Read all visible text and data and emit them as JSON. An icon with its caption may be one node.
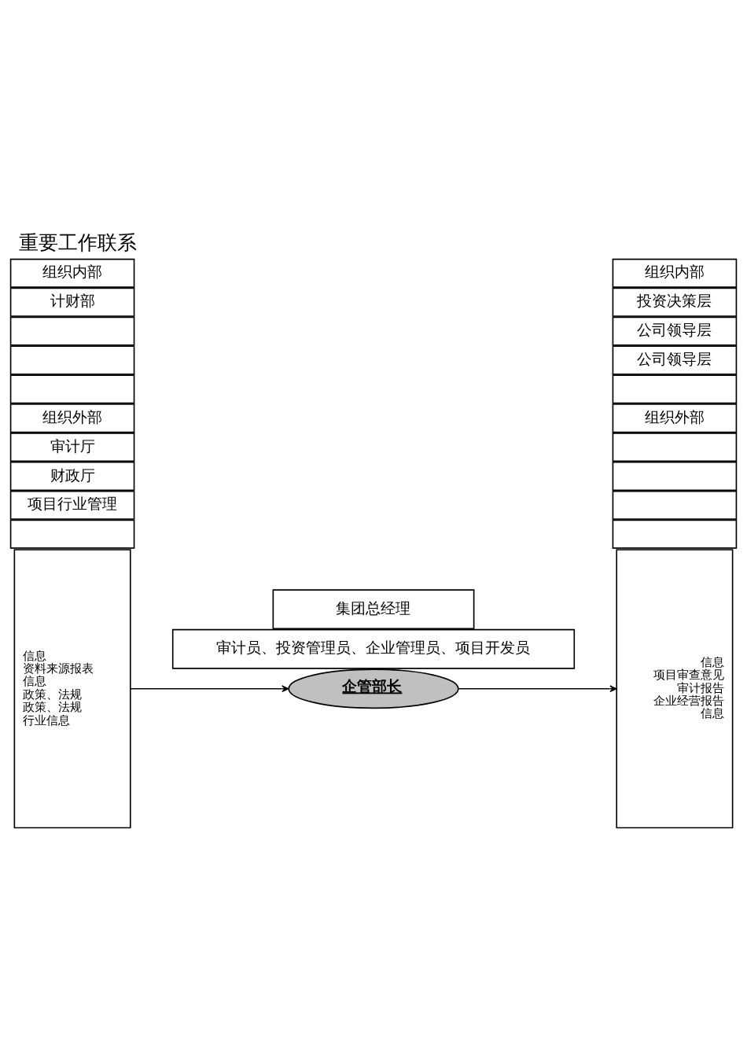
{
  "diagram": {
    "title": "重要工作联系",
    "nodes": [
      {
        "text": [
          "集团总经理"
        ]
      },
      {
        "text": [
          "信息",
          "资料来源报表",
          "信息",
          "政策、法规",
          "政策、法规",
          "行业信息"
        ]
      },
      {
        "text": [
          "组织内部"
        ]
      },
      {
        "text": [
          "计财部"
        ]
      },
      {
        "text": [],
        "shape": "box"
      },
      {
        "text": [],
        "shape": "box"
      },
      {
        "text": [],
        "shape": "box"
      },
      {
        "text": [
          "组织外部"
        ]
      },
      {
        "text": [
          "审计厅"
        ]
      },
      {
        "text": [
          "财政厅"
        ]
      },
      {
        "text": [
          "项目行业管理"
        ]
      },
      {
        "text": [],
        "shape": "box"
      },
      {
        "text": [
          "企管部长"
        ]
      },
      {
        "text": [
          "信息",
          "项目审查意见",
          "审计报告",
          "企业经营报告",
          "信息"
        ]
      },
      {
        "text": [
          "组织内部"
        ]
      },
      {
        "text": [
          "投资决策层"
        ]
      },
      {
        "text": [
          "公司领导层"
        ]
      },
      {
        "text": [
          "公司领导层"
        ]
      },
      {
        "text": [],
        "shape": "box"
      },
      {
        "text": [
          "组织外部"
        ]
      },
      {
        "text": [],
        "shape": "box"
      },
      {
        "text": [],
        "shape": "box"
      },
      {
        "text": [],
        "shape": "box"
      },
      {
        "text": [],
        "shape": "box"
      },
      {
        "text": [
          "审计员、投资管理员、企业管理员、项目开发员"
        ]
      }
    ],
    "edges": [
      {
        "from": 1,
        "to": 12,
        "arrow": "to"
      },
      {
        "from": 12,
        "to": 13,
        "arrow": "to"
      }
    ]
  }
}
